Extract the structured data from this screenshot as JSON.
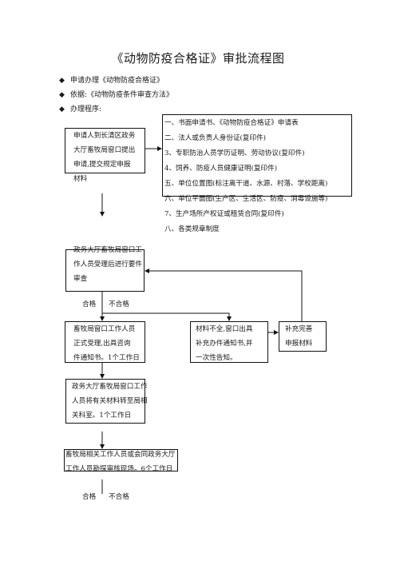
{
  "title": "《动物防疫合格证》审批流程图",
  "bullets": [
    "申请办理《动物防疫合格证》",
    "依据:《动物防疫条件审查方法》",
    "办理程序:"
  ],
  "bullet_mark": "◆",
  "applicant": {
    "lines": [
      "申请人到长清区政务",
      "大厅畜牧局窗口提出",
      "申请,提交规定申报",
      "材料"
    ]
  },
  "materials": [
    "一、书面申请书、《动物防疫合格证》申请表",
    "二、法人或负责人身份证(复印件)",
    "3、专职防治人员学历证明、劳动协议(复印件)",
    "4、饲养、防疫人员健康证明(复印件)",
    "五、单位位置图(标注离干道、水源、村落、学校距离)",
    "六、单位平面图(生产区、生活区、防疫、消毒设施等)",
    "7、生产场所产权证或租赁合同(复印件)",
    "八、各类规章制度"
  ],
  "step1": {
    "lines": [
      "政务大厅畜牧局窗口工",
      "作人员受理后进行要件",
      "审查"
    ]
  },
  "branch1": {
    "pass": "合格",
    "fail": "不合格"
  },
  "step2": {
    "lines": [
      "畜牧局窗口工作人员",
      "正式受理,出具咨询",
      "件通知书。1个工作日"
    ]
  },
  "fail_notice": {
    "lines": [
      "材料不全,窗口出具",
      "补充办件通知书,并",
      "一次性告知。"
    ]
  },
  "supplement": {
    "lines": [
      "补充完善",
      "申报材料"
    ]
  },
  "step3": {
    "lines": [
      "政务大厅畜牧局窗口工作",
      "人员将有关材料转至局相",
      "关科室。1个工作日"
    ]
  },
  "step4": {
    "lines": [
      "畜牧局相关工作人员或会同政务大厅",
      "工作人员勘探审核现场。6个工作日"
    ]
  },
  "branch2": {
    "pass": "合格",
    "fail": "不合格"
  }
}
